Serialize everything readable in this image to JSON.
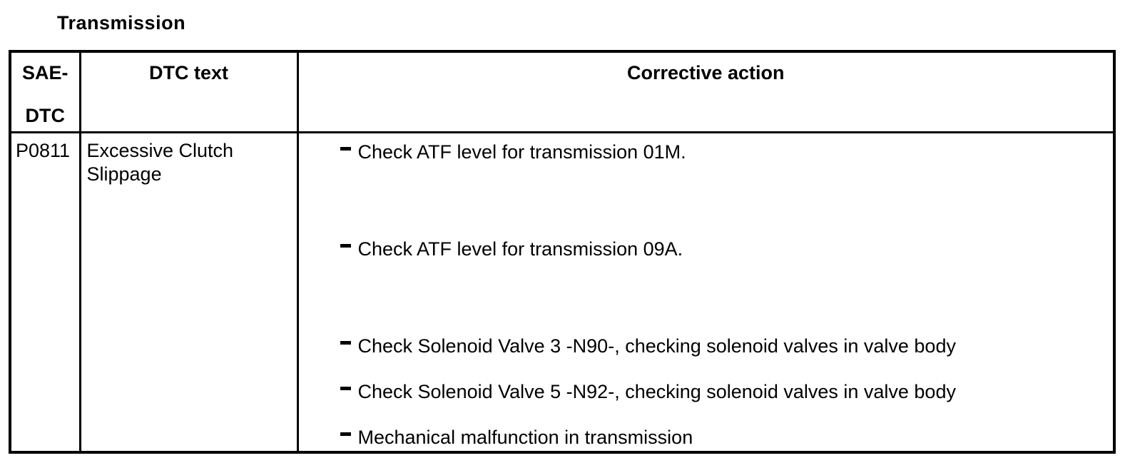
{
  "section": {
    "title": "Transmission"
  },
  "table": {
    "headers": {
      "sae_line1": "SAE-",
      "sae_line2": "DTC",
      "dtc_text": "DTC text",
      "corrective_action": "Corrective action"
    },
    "rows": [
      {
        "sae_dtc": "P0811",
        "dtc_text": "Excessive Clutch Slippage",
        "actions": [
          "Check ATF level for transmission 01M.",
          "Check ATF level for transmission 09A.",
          "Check Solenoid Valve 3 -N90-, checking solenoid valves in valve body",
          "Check Solenoid Valve 5 -N92-, checking solenoid valves in valve body",
          "Mechanical malfunction in transmission"
        ]
      }
    ]
  },
  "colors": {
    "text": "#000000",
    "border": "#000000",
    "background": "#ffffff"
  }
}
